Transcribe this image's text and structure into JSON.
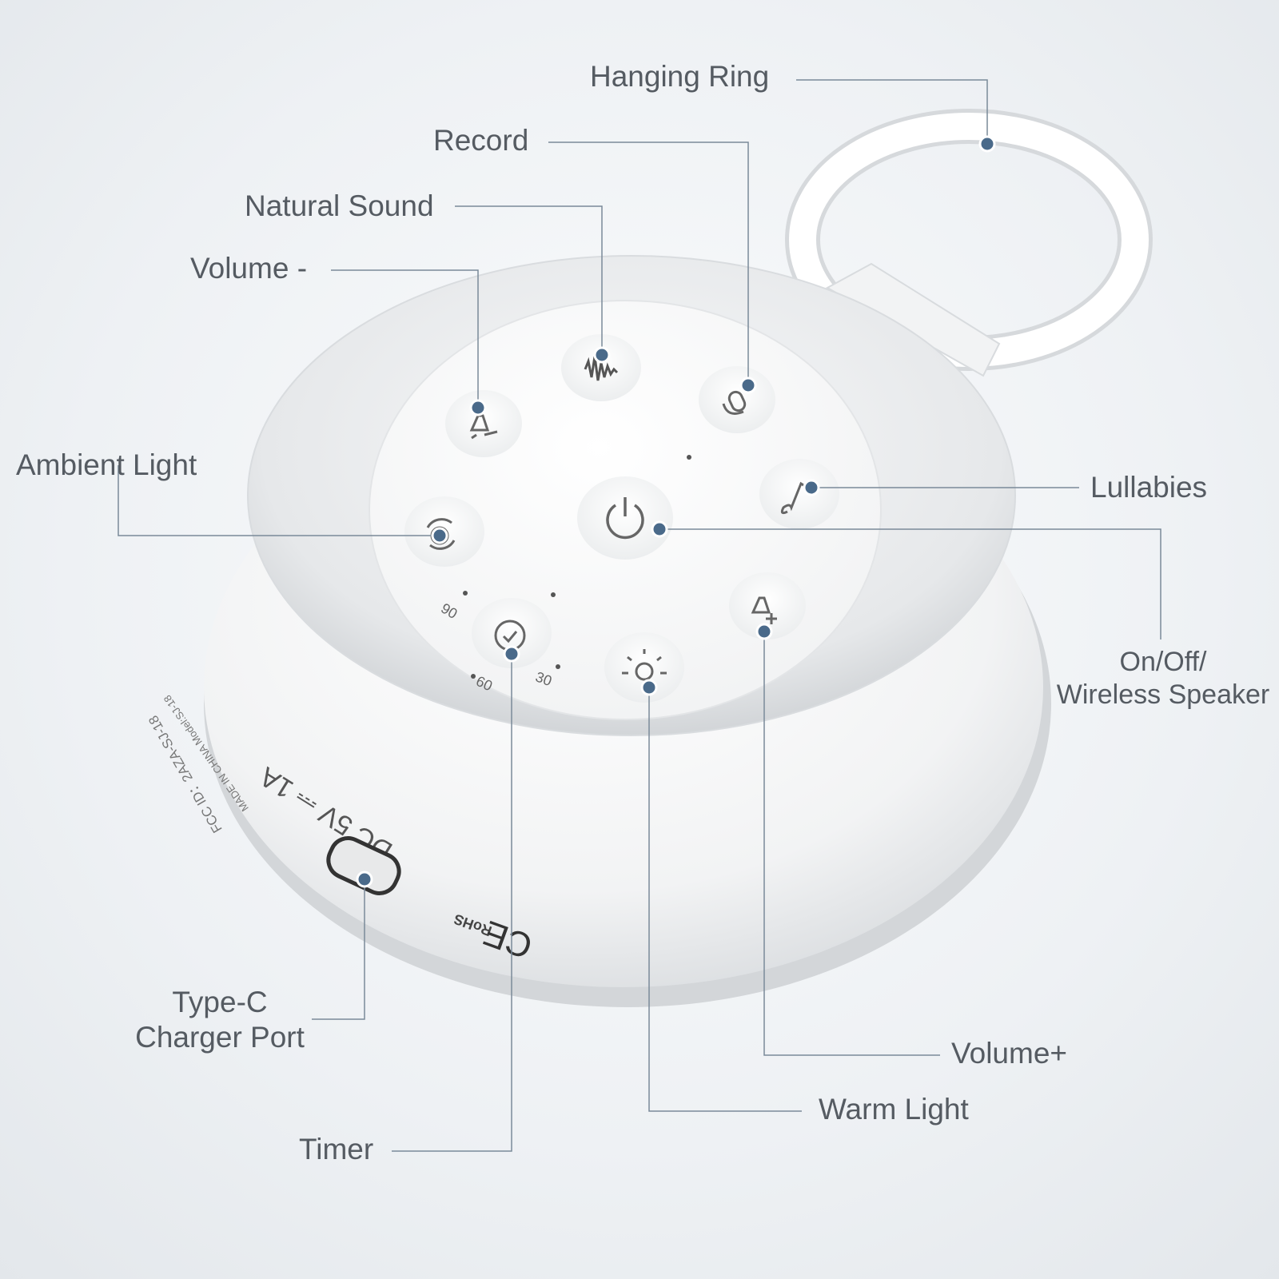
{
  "labels": {
    "hanging_ring": "Hanging Ring",
    "record": "Record",
    "natural_sound": "Natural Sound",
    "volume_minus": "Volume -",
    "ambient_light": "Ambient Light",
    "lullabies": "Lullabies",
    "on_off_line1": "On/Off/",
    "on_off_line2": "Wireless Speaker",
    "type_c_line1": "Type-C",
    "type_c_line2": "Charger Port",
    "volume_plus": "Volume+",
    "warm_light": "Warm Light",
    "timer": "Timer"
  },
  "device_text": {
    "timer_90": "90",
    "timer_60": "60",
    "timer_30": "30",
    "dc_rating": "DC 5V ⎓ 1A",
    "made_in": "MADE IN CHINA Model:SJ-18",
    "fcc_id": "FCC ID：2AZA-SJ-18",
    "rohs": "RoHS",
    "ce": "CE"
  },
  "colors": {
    "leader_line": "#7a8a99",
    "marker_dot": "#4a6a8a",
    "label_text": "#555b62"
  },
  "icons": [
    "record-icon",
    "natural-sound-icon",
    "volume-minus-icon",
    "lullabies-icon",
    "power-icon",
    "ambient-light-icon",
    "timer-icon",
    "warm-light-icon",
    "volume-plus-icon"
  ]
}
